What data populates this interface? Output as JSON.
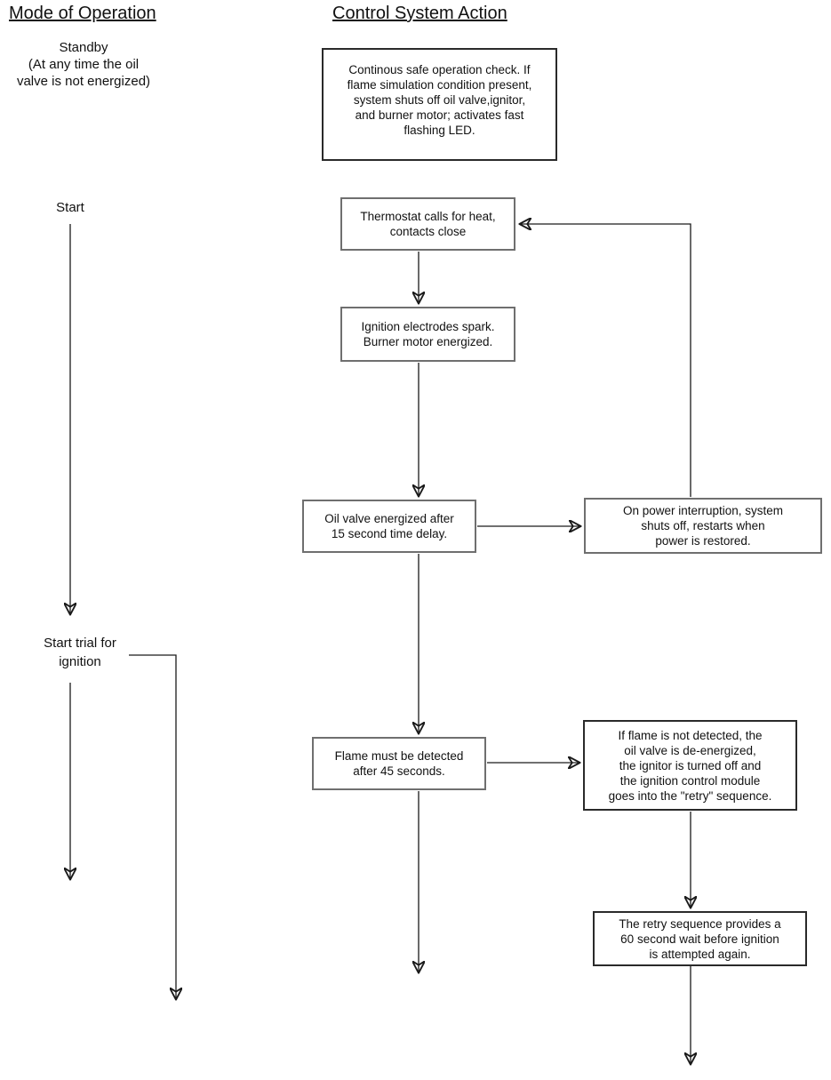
{
  "title_row": {
    "left": "Mode of Operation",
    "right": "Control System Action"
  },
  "left_column": {
    "standby": "Standby\n(At any time the oil\nvalve is not energized)",
    "start": "Start",
    "start_trial": "Start trial for\nignition"
  },
  "flowchart": {
    "boxes": {
      "continuous_check": "Continous safe operation check. If\nflame simulation condition present,\nsystem shuts off oil valve,ignitor,\nand burner motor; activates fast\nflashing LED.",
      "thermostat": "Thermostat calls for heat,\ncontacts close",
      "ignition": "Ignition electrodes spark.\nBurner motor energized.",
      "oil_valve": "Oil valve energized after\n15 second time delay.",
      "flame": "Flame must be detected\nafter 45 seconds.",
      "power_interruption": "On power interruption, system\nshuts off, restarts when\npower is restored.",
      "flame_not_detected": "If flame is not detected, the\noil valve is de-energized,\nthe ignitor is turned off and\nthe ignition control module\ngoes into the \"retry\" sequence.",
      "retry": "The retry sequence provides a\n60 second wait before ignition\nis attempted again."
    },
    "colors": {
      "background": "#ffffff",
      "text": "#111111",
      "line": "#1a1a1a",
      "box_border_gray": "#6f6f6f",
      "box_border_dark": "#2a2a2a"
    }
  }
}
